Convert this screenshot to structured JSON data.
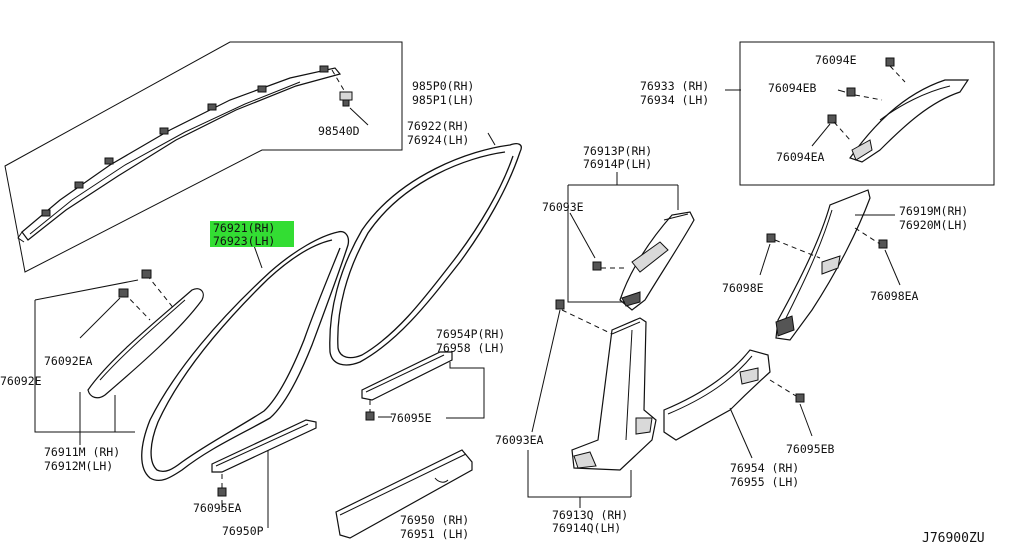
{
  "diagram_code": "J76900ZU",
  "highlight_color": "#33dd33",
  "labels": {
    "airbag_rh": "985P0(RH)",
    "airbag_lh": "985P1(LH)",
    "airbag_clip": "98540D",
    "front_pillar_seal_rh": "76922(RH)",
    "front_pillar_seal_lh": "76924(LH)",
    "door_seal_rh": "76921(RH)",
    "door_seal_lh": "76923(LH)",
    "front_pillar_clip": "76092EA",
    "front_pillar_clip2": "76092E",
    "front_pillar_rh": "76911M (RH)",
    "front_pillar_lh": "76912M(LH)",
    "kick_clip": "76095EA",
    "kick_plate": "76950P",
    "sill_plate_rh": "76950 (RH)",
    "sill_plate_lh": "76951 (LH)",
    "step_rh": "76954P(RH)",
    "step_lh": "76958 (LH)",
    "step_clip": "76095E",
    "center_upper_rh": "76913P(RH)",
    "center_upper_lh": "76914P(LH)",
    "center_upper_clip": "76093E",
    "center_lower_clip": "76093EA",
    "center_lower_rh": "76913Q (RH)",
    "center_lower_lh": "76914Q(LH)",
    "rear_pillar_rh": "76933 (RH)",
    "rear_pillar_lh": "76934 (LH)",
    "rear_clip_a": "76094E",
    "rear_clip_b": "76094EB",
    "rear_clip_c": "76094EA",
    "rear_lower_rh": "76919M(RH)",
    "rear_lower_lh": "76920M(LH)",
    "rear_lower_clip": "76098E",
    "rear_lower_clip2": "76098EA",
    "rear_kick_rh": "76954 (RH)",
    "rear_kick_lh": "76955 (LH)",
    "rear_kick_clip": "76095EB"
  }
}
